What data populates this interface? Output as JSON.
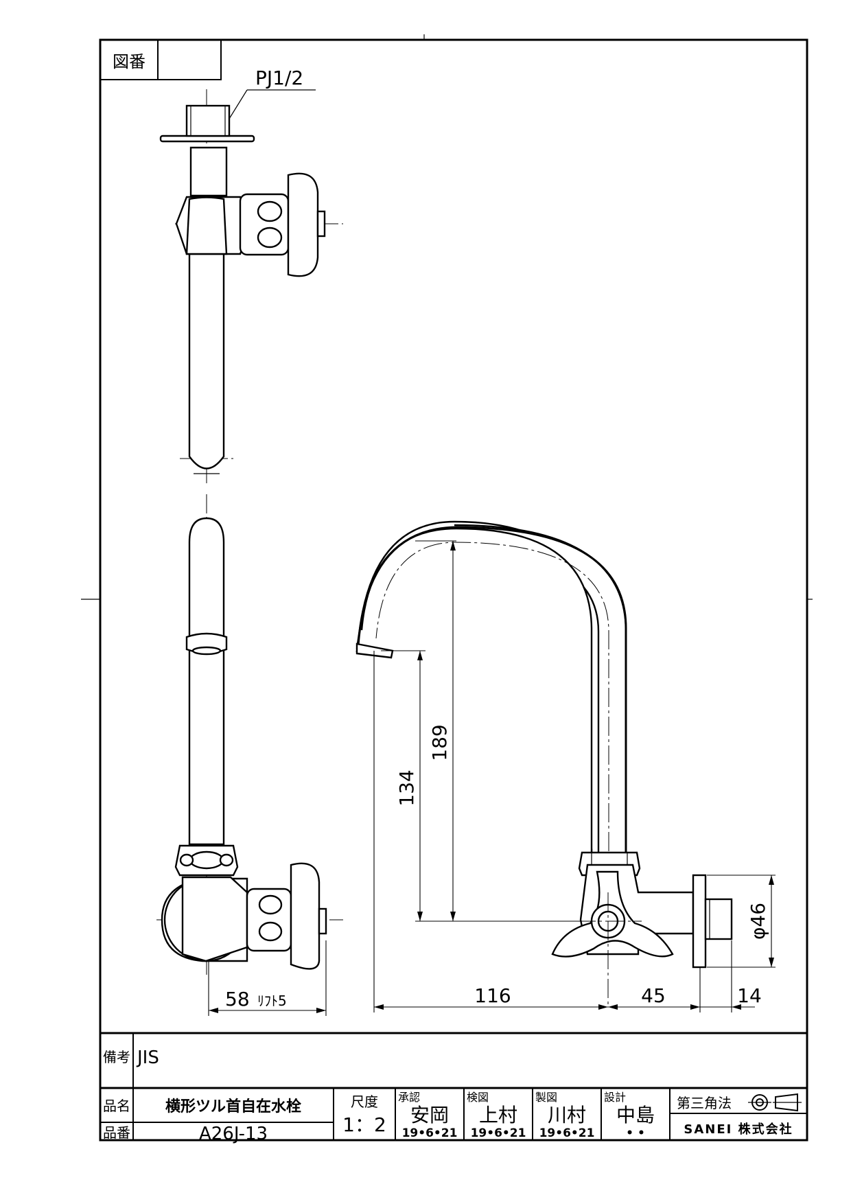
{
  "drawing_number_label": "図番",
  "drawing_number_value": "",
  "thread_callout": "PJ1/2",
  "dimensions": {
    "spout_height": "189",
    "outlet_height": "134",
    "spout_reach": "116",
    "valve_offset": "45",
    "flange_thickness": "14",
    "flange_diameter": "φ46",
    "handle_projection_value": "58",
    "handle_lift_label": "ﾘﾌﾄ5"
  },
  "title_block": {
    "remarks_label": "備考",
    "remarks_value": "JIS",
    "product_name_label": "品名",
    "product_name_value": "横形ツル首自在水栓",
    "product_number_label": "品番",
    "product_number_value": "A26J-13",
    "scale_label": "尺度",
    "scale_value": "1：2",
    "approved_label": "承認",
    "approved_name": "安岡",
    "approved_date": "19•6•21",
    "checked_label": "検図",
    "checked_name": "上村",
    "checked_date": "19•6•21",
    "drawn_label": "製図",
    "drawn_name": "川村",
    "drawn_date": "19•6•21",
    "design_label": "設計",
    "design_name": "中島",
    "design_date": "•   •",
    "projection_label": "第三角法",
    "company": "SANEI 株式会社"
  }
}
